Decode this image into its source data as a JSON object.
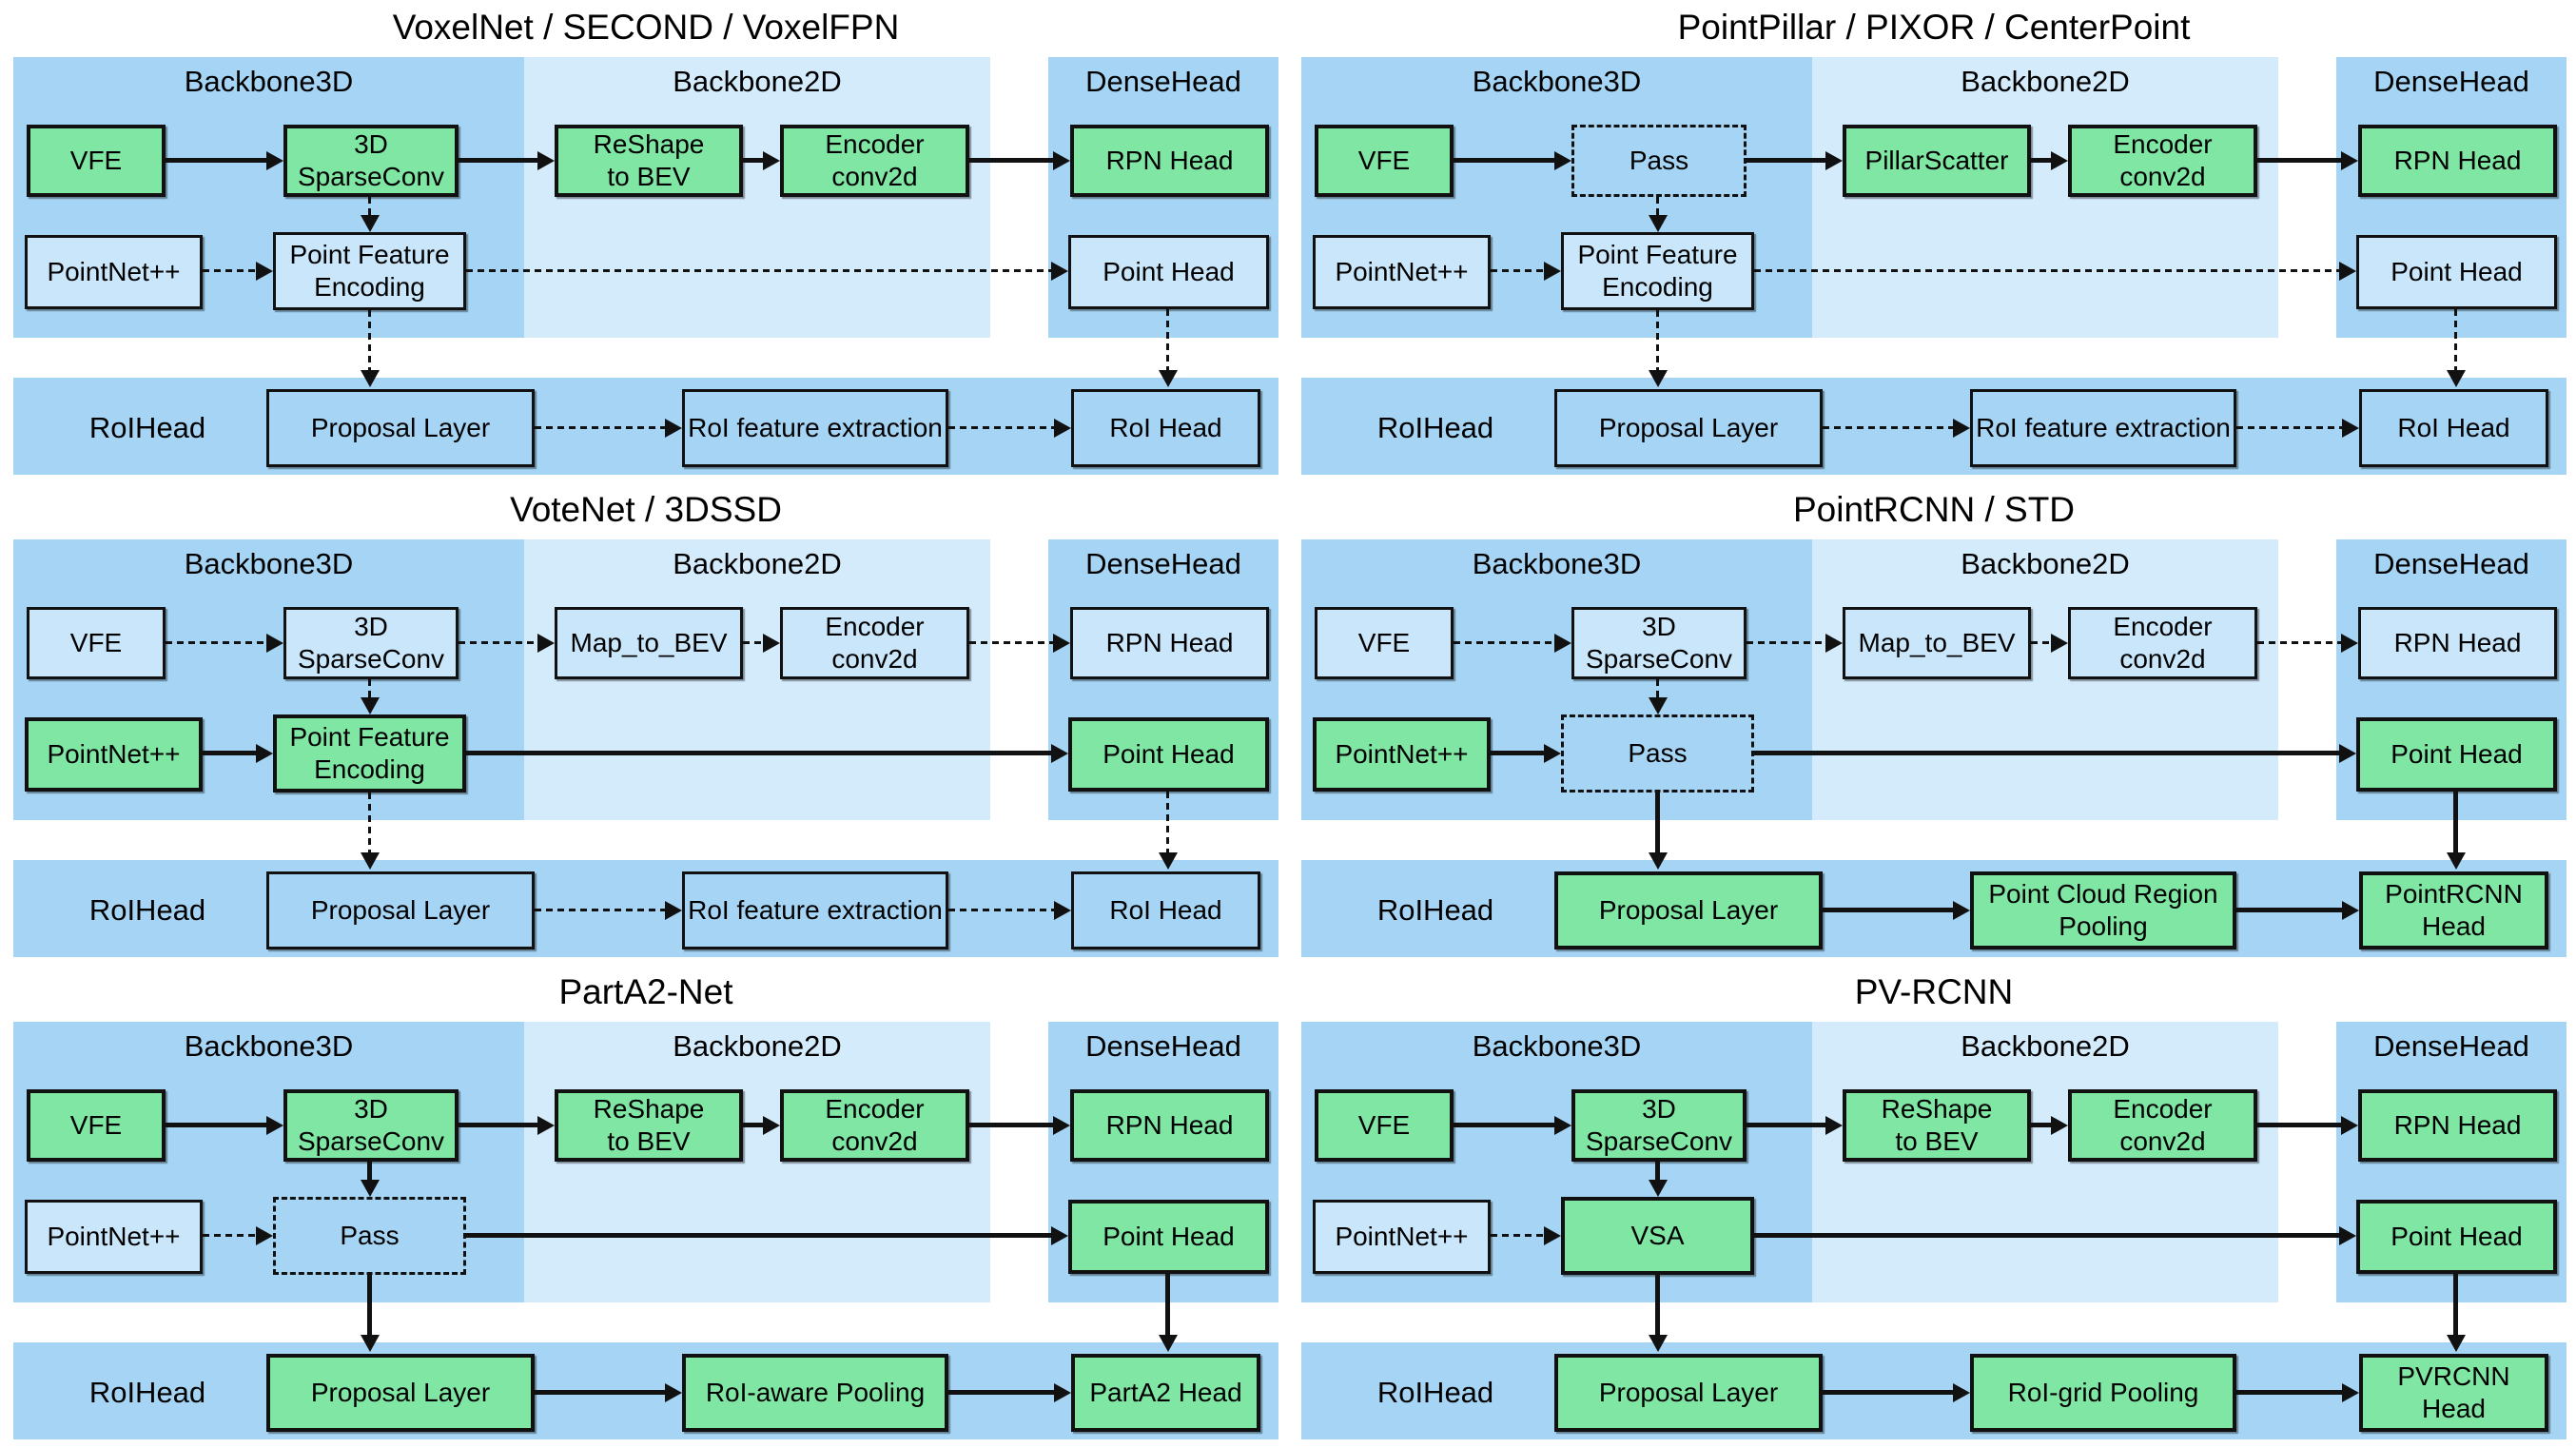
{
  "diagram": {
    "colors": {
      "background": "#ffffff",
      "band_medium": "#a5d4f4",
      "band_light": "#d4ebfc",
      "box_blue": "#c9e6fb",
      "box_green": "#7fe7a3",
      "line": "#111111",
      "text": "#000000"
    },
    "section_labels": [
      "Backbone3D",
      "Backbone2D",
      "DenseHead"
    ],
    "roi_label": "RoIHead",
    "panels": [
      {
        "id": "voxelnet-second-voxelfpn",
        "title": "VoxelNet / SECOND / VoxelFPN",
        "row1": [
          {
            "lines": [
              "VFE"
            ],
            "style": "green"
          },
          {
            "lines": [
              "3D",
              "SparseConv"
            ],
            "style": "green"
          },
          {
            "lines": [
              "ReShape",
              "to BEV"
            ],
            "style": "green"
          },
          {
            "lines": [
              "Encoder",
              "conv2d"
            ],
            "style": "green"
          },
          {
            "lines": [
              "RPN Head"
            ],
            "style": "green"
          }
        ],
        "row1_arrows": [
          "solid",
          "solid",
          "solid",
          "solid"
        ],
        "row2": [
          {
            "lines": [
              "PointNet++"
            ],
            "style": "blue"
          },
          {
            "lines": [
              "Point Feature",
              "Encoding"
            ],
            "style": "blue"
          },
          {
            "lines": [
              "Point Head"
            ],
            "style": "blue"
          }
        ],
        "row2_arrows": [
          "dashed",
          "dashed"
        ],
        "vertical_arrows": {
          "backbone_to_row2": "dashed",
          "row2_to_roi": "dashed",
          "densehead_to_roi": "dashed"
        },
        "roi_row": [
          {
            "lines": [
              "Proposal Layer"
            ],
            "style": "roi-blue"
          },
          {
            "lines": [
              "RoI feature extraction"
            ],
            "style": "roi-blue"
          },
          {
            "lines": [
              "RoI Head"
            ],
            "style": "roi-blue"
          }
        ],
        "roi_arrows": [
          "dashed",
          "dashed"
        ]
      },
      {
        "id": "pointpillar-pixor-centerpoint",
        "title": "PointPillar / PIXOR / CenterPoint",
        "row1": [
          {
            "lines": [
              "VFE"
            ],
            "style": "green"
          },
          {
            "lines": [
              "Pass"
            ],
            "style": "pass"
          },
          {
            "lines": [
              "PillarScatter"
            ],
            "style": "green"
          },
          {
            "lines": [
              "Encoder",
              "conv2d"
            ],
            "style": "green"
          },
          {
            "lines": [
              "RPN Head"
            ],
            "style": "green"
          }
        ],
        "row1_arrows": [
          "solid",
          "solid",
          "solid",
          "solid"
        ],
        "row2": [
          {
            "lines": [
              "PointNet++"
            ],
            "style": "blue"
          },
          {
            "lines": [
              "Point Feature",
              "Encoding"
            ],
            "style": "blue"
          },
          {
            "lines": [
              "Point Head"
            ],
            "style": "blue"
          }
        ],
        "row2_arrows": [
          "dashed",
          "dashed"
        ],
        "vertical_arrows": {
          "backbone_to_row2": "dashed",
          "row2_to_roi": "dashed",
          "densehead_to_roi": "dashed"
        },
        "roi_row": [
          {
            "lines": [
              "Proposal Layer"
            ],
            "style": "roi-blue"
          },
          {
            "lines": [
              "RoI feature extraction"
            ],
            "style": "roi-blue"
          },
          {
            "lines": [
              "RoI Head"
            ],
            "style": "roi-blue"
          }
        ],
        "roi_arrows": [
          "dashed",
          "dashed"
        ]
      },
      {
        "id": "votenet-3dssd",
        "title": "VoteNet / 3DSSD",
        "row1": [
          {
            "lines": [
              "VFE"
            ],
            "style": "blue"
          },
          {
            "lines": [
              "3D",
              "SparseConv"
            ],
            "style": "blue"
          },
          {
            "lines": [
              "Map_to_BEV"
            ],
            "style": "blue"
          },
          {
            "lines": [
              "Encoder",
              "conv2d"
            ],
            "style": "blue"
          },
          {
            "lines": [
              "RPN Head"
            ],
            "style": "blue"
          }
        ],
        "row1_arrows": [
          "dashed",
          "dashed",
          "dashed",
          "dashed"
        ],
        "row2": [
          {
            "lines": [
              "PointNet++"
            ],
            "style": "green"
          },
          {
            "lines": [
              "Point Feature",
              "Encoding"
            ],
            "style": "green"
          },
          {
            "lines": [
              "Point Head"
            ],
            "style": "green"
          }
        ],
        "row2_arrows": [
          "solid",
          "solid"
        ],
        "vertical_arrows": {
          "backbone_to_row2": "dashed",
          "row2_to_roi": "dashed",
          "densehead_to_roi": "dashed"
        },
        "roi_row": [
          {
            "lines": [
              "Proposal Layer"
            ],
            "style": "roi-blue"
          },
          {
            "lines": [
              "RoI feature extraction"
            ],
            "style": "roi-blue"
          },
          {
            "lines": [
              "RoI Head"
            ],
            "style": "roi-blue"
          }
        ],
        "roi_arrows": [
          "dashed",
          "dashed"
        ]
      },
      {
        "id": "pointrcnn-std",
        "title": "PointRCNN / STD",
        "row1": [
          {
            "lines": [
              "VFE"
            ],
            "style": "blue"
          },
          {
            "lines": [
              "3D",
              "SparseConv"
            ],
            "style": "blue"
          },
          {
            "lines": [
              "Map_to_BEV"
            ],
            "style": "blue"
          },
          {
            "lines": [
              "Encoder",
              "conv2d"
            ],
            "style": "blue"
          },
          {
            "lines": [
              "RPN Head"
            ],
            "style": "blue"
          }
        ],
        "row1_arrows": [
          "dashed",
          "dashed",
          "dashed",
          "dashed"
        ],
        "row2": [
          {
            "lines": [
              "PointNet++"
            ],
            "style": "green"
          },
          {
            "lines": [
              "Pass"
            ],
            "style": "pass"
          },
          {
            "lines": [
              "Point Head"
            ],
            "style": "green"
          }
        ],
        "row2_arrows": [
          "solid",
          "solid"
        ],
        "vertical_arrows": {
          "backbone_to_row2": "dashed",
          "row2_to_roi": "solid",
          "densehead_to_roi": "solid"
        },
        "roi_row": [
          {
            "lines": [
              "Proposal Layer"
            ],
            "style": "roi-green"
          },
          {
            "lines": [
              "Point Cloud Region",
              "Pooling"
            ],
            "style": "roi-green"
          },
          {
            "lines": [
              "PointRCNN",
              "Head"
            ],
            "style": "roi-green"
          }
        ],
        "roi_arrows": [
          "solid",
          "solid"
        ]
      },
      {
        "id": "parta2-net",
        "title": "PartA2-Net",
        "row1": [
          {
            "lines": [
              "VFE"
            ],
            "style": "green"
          },
          {
            "lines": [
              "3D",
              "SparseConv"
            ],
            "style": "green"
          },
          {
            "lines": [
              "ReShape",
              "to BEV"
            ],
            "style": "green"
          },
          {
            "lines": [
              "Encoder",
              "conv2d"
            ],
            "style": "green"
          },
          {
            "lines": [
              "RPN Head"
            ],
            "style": "green"
          }
        ],
        "row1_arrows": [
          "solid",
          "solid",
          "solid",
          "solid"
        ],
        "row2": [
          {
            "lines": [
              "PointNet++"
            ],
            "style": "blue"
          },
          {
            "lines": [
              "Pass"
            ],
            "style": "pass"
          },
          {
            "lines": [
              "Point Head"
            ],
            "style": "green"
          }
        ],
        "row2_arrows": [
          "dashed",
          "solid"
        ],
        "vertical_arrows": {
          "backbone_to_row2": "solid",
          "row2_to_roi": "solid",
          "densehead_to_roi": "solid"
        },
        "roi_row": [
          {
            "lines": [
              "Proposal Layer"
            ],
            "style": "roi-green"
          },
          {
            "lines": [
              "RoI-aware Pooling"
            ],
            "style": "roi-green"
          },
          {
            "lines": [
              "PartA2 Head"
            ],
            "style": "roi-green"
          }
        ],
        "roi_arrows": [
          "solid",
          "solid"
        ]
      },
      {
        "id": "pv-rcnn",
        "title": "PV-RCNN",
        "row1": [
          {
            "lines": [
              "VFE"
            ],
            "style": "green"
          },
          {
            "lines": [
              "3D",
              "SparseConv"
            ],
            "style": "green"
          },
          {
            "lines": [
              "ReShape",
              "to BEV"
            ],
            "style": "green"
          },
          {
            "lines": [
              "Encoder",
              "conv2d"
            ],
            "style": "green"
          },
          {
            "lines": [
              "RPN Head"
            ],
            "style": "green"
          }
        ],
        "row1_arrows": [
          "solid",
          "solid",
          "solid",
          "solid"
        ],
        "row2": [
          {
            "lines": [
              "PointNet++"
            ],
            "style": "blue"
          },
          {
            "lines": [
              "VSA"
            ],
            "style": "green"
          },
          {
            "lines": [
              "Point Head"
            ],
            "style": "green"
          }
        ],
        "row2_arrows": [
          "dashed",
          "solid"
        ],
        "vertical_arrows": {
          "backbone_to_row2": "solid",
          "row2_to_roi": "solid",
          "densehead_to_roi": "solid"
        },
        "roi_row": [
          {
            "lines": [
              "Proposal Layer"
            ],
            "style": "roi-green"
          },
          {
            "lines": [
              "RoI-grid Pooling"
            ],
            "style": "roi-green"
          },
          {
            "lines": [
              "PVRCNN",
              "Head"
            ],
            "style": "roi-green"
          }
        ],
        "roi_arrows": [
          "solid",
          "solid"
        ]
      }
    ]
  }
}
